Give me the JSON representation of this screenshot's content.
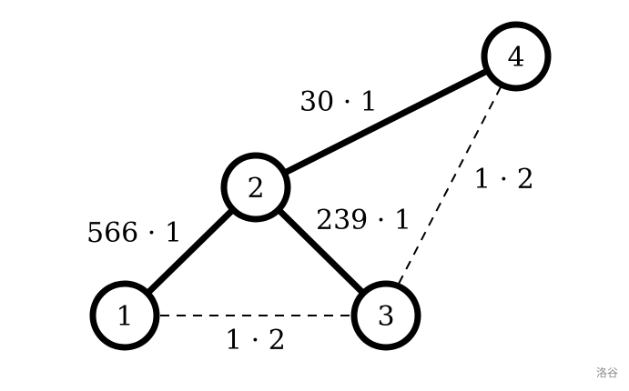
{
  "graph": {
    "nodes": [
      {
        "id": "1",
        "label": "1"
      },
      {
        "id": "2",
        "label": "2"
      },
      {
        "id": "3",
        "label": "3"
      },
      {
        "id": "4",
        "label": "4"
      }
    ],
    "edges": [
      {
        "from": "1",
        "to": "2",
        "label": "566 · 1",
        "style": "solid"
      },
      {
        "from": "2",
        "to": "3",
        "label": "239 · 1",
        "style": "solid"
      },
      {
        "from": "2",
        "to": "4",
        "label": "30 · 1",
        "style": "solid"
      },
      {
        "from": "1",
        "to": "3",
        "label": "1 · 2",
        "style": "dashed"
      },
      {
        "from": "3",
        "to": "4",
        "label": "1 · 2",
        "style": "dashed"
      }
    ]
  },
  "watermark": "洛谷"
}
